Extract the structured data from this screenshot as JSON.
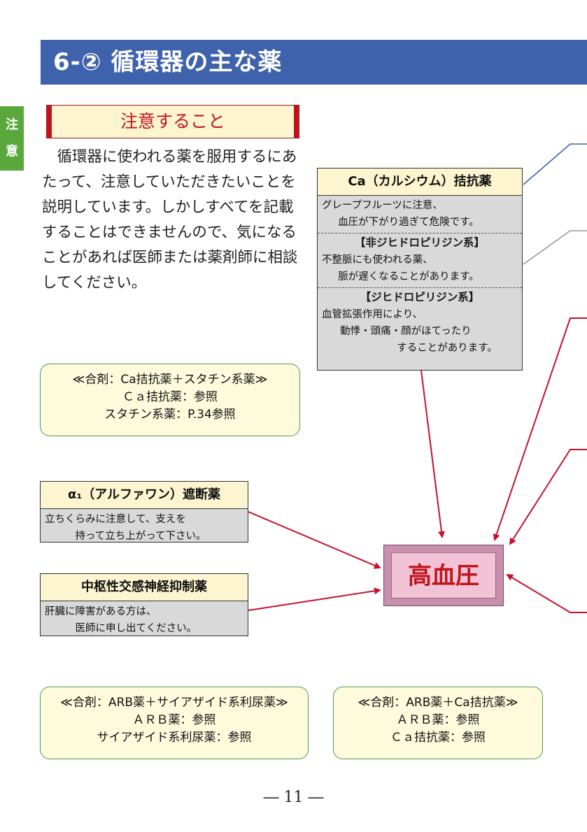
{
  "header": {
    "title": "6-② 循環器の主な薬"
  },
  "side_tab": {
    "label_1": "注",
    "label_2": "意"
  },
  "caution": {
    "heading": "注意すること",
    "intro": "循環器に使われる薬を服用するにあたって、注意していただきたいことを説明しています。しかしすべてを記載することはできませんので、気になることがあれば医師または薬剤師に相談してください。"
  },
  "combo_ca_statin": {
    "line1": "≪合剤：Ca拮抗薬＋スタチン系薬≫",
    "line2": "Ｃａ拮抗薬：参照",
    "line3": "スタチン系薬：P.34参照"
  },
  "ca_box": {
    "title": "Ca（カルシウム）拮抗薬",
    "note_1": "グレープフルーツに注意、",
    "note_2": "血圧が下がり過ぎて危険です。",
    "sub1_head": "【非ジヒドロピリジン系】",
    "sub1_1": "不整脈にも使われる薬、",
    "sub1_2": "脈が遅くなることがあります。",
    "sub2_head": "【ジヒドロピリジン系】",
    "sub2_1": "血管拡張作用により、",
    "sub2_2": "動悸・頭痛・顔がほてったり",
    "sub2_3": "することがあります。"
  },
  "alpha_box": {
    "title": "α₁（アルファワン）遮断薬",
    "line1": "立ちくらみに注意して、支えを",
    "line2": "持って立ち上がって下さい。"
  },
  "central_box": {
    "title": "中枢性交感神経抑制薬",
    "line1": "肝臓に障害がある方は、",
    "line2": "医師に申し出てください。"
  },
  "center": {
    "label": "高血圧"
  },
  "combo_arb_thiazide": {
    "line1": "≪合剤：ARB薬＋サイアザイド系利尿薬≫",
    "line2": "ＡＲＢ薬：参照",
    "line3": "サイアザイド系利尿薬：参照"
  },
  "combo_arb_ca": {
    "line1": "≪合剤：ARB薬＋Ca拮抗薬≫",
    "line2": "ＡＲＢ薬：参照",
    "line3": "Ｃａ拮抗薬：参照"
  },
  "footer": {
    "page_number": "― 11 ―"
  },
  "colors": {
    "title_bar": "#3f62ad",
    "accent_red": "#c0141c",
    "tab_green": "#5aa83c",
    "arrow_red": "#c8102e"
  }
}
